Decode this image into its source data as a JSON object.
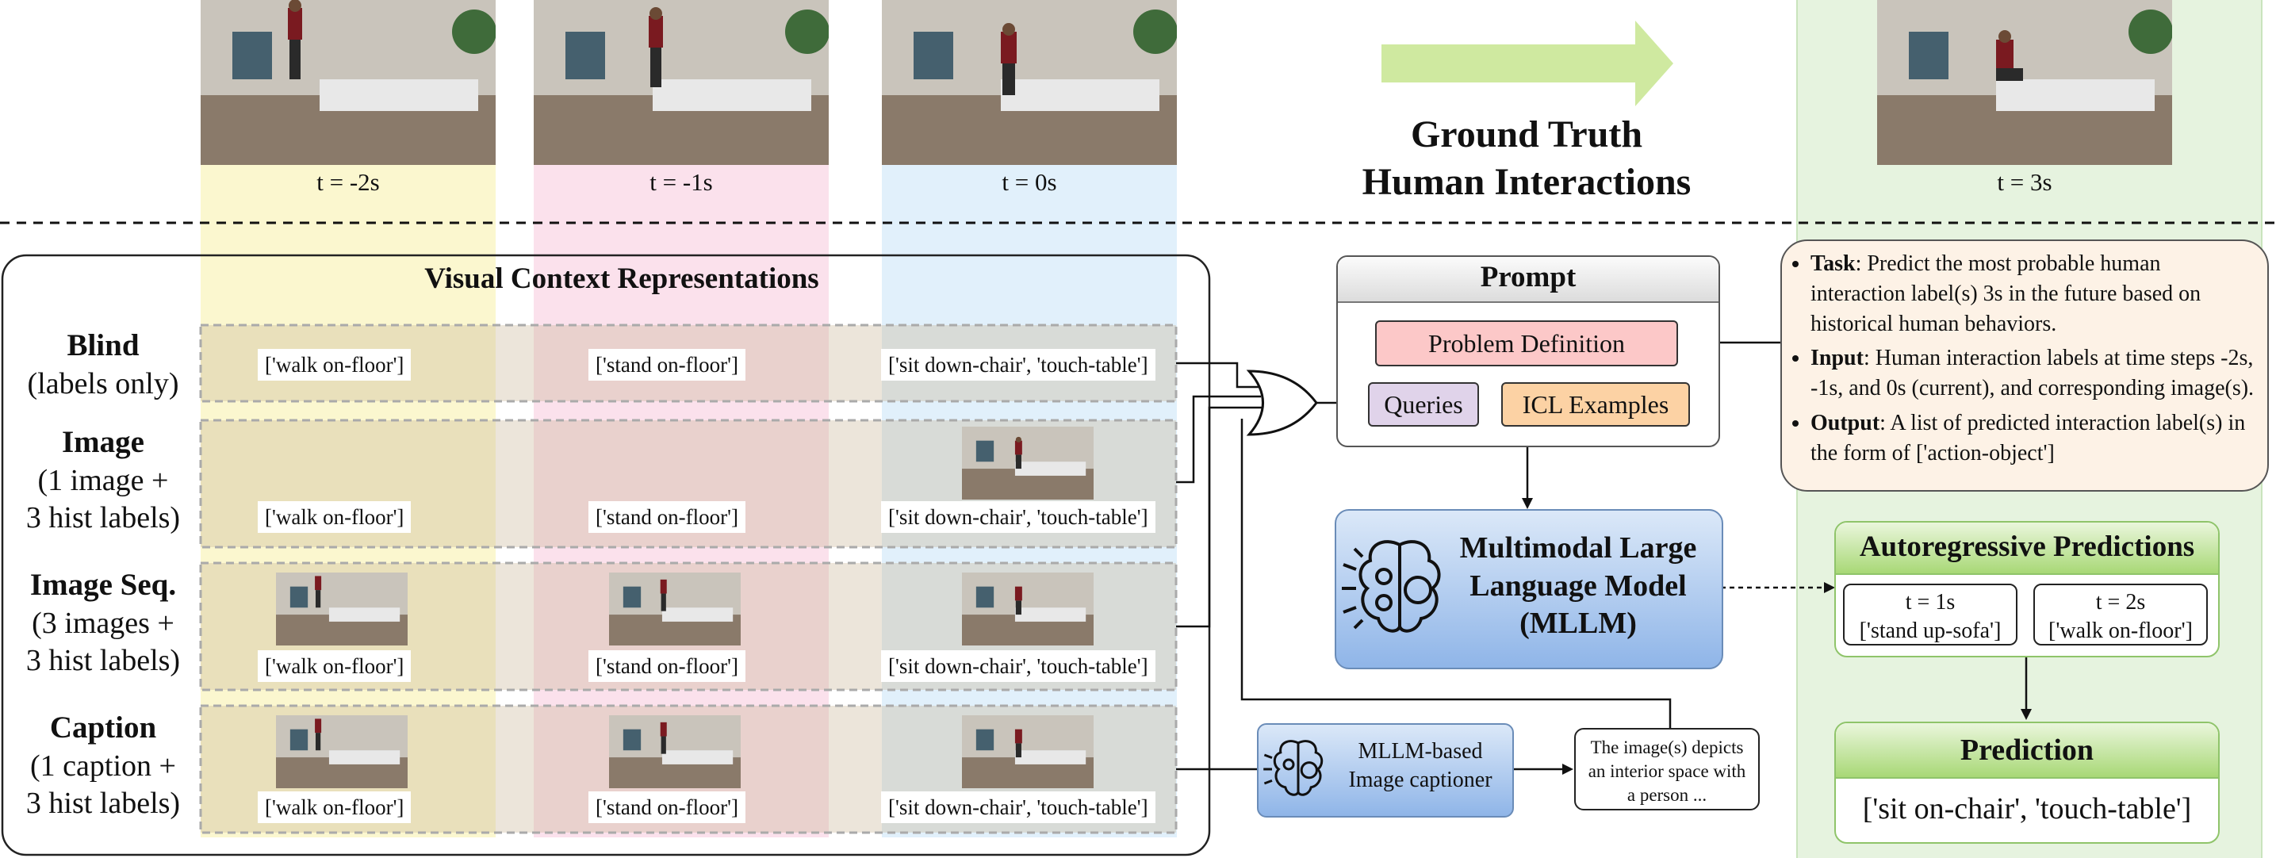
{
  "timeline": {
    "frames": [
      {
        "label": "t = -2s"
      },
      {
        "label": "t = -1s"
      },
      {
        "label": "t = 0s"
      },
      {
        "label": "t = 3s"
      }
    ],
    "gt_title_line1": "Ground Truth",
    "gt_title_line2": "Human Interactions"
  },
  "visual_context": {
    "title": "Visual Context Representations",
    "rows": [
      {
        "name": "Blind",
        "desc1": "(labels only)",
        "desc2": "",
        "labels": [
          "['walk on-floor']",
          "['stand on-floor']",
          "['sit down-chair', 'touch-table']"
        ]
      },
      {
        "name": "Image",
        "desc1": "(1 image +",
        "desc2": "3 hist labels)",
        "labels": [
          "['walk on-floor']",
          "['stand on-floor']",
          "['sit down-chair', 'touch-table']"
        ]
      },
      {
        "name": "Image Seq.",
        "desc1": "(3 images +",
        "desc2": "3 hist labels)",
        "labels": [
          "['walk on-floor']",
          "['stand on-floor']",
          "['sit down-chair', 'touch-table']"
        ]
      },
      {
        "name": "Caption",
        "desc1": "(1 caption +",
        "desc2": "3 hist labels)",
        "labels": [
          "['walk on-floor']",
          "['stand on-floor']",
          "['sit down-chair', 'touch-table']"
        ]
      }
    ]
  },
  "prompt": {
    "title": "Prompt",
    "problem_definition": "Problem Definition",
    "queries": "Queries",
    "icl_examples": "ICL Examples"
  },
  "task_box": {
    "task_key": "Task",
    "task_text": ": Predict the most probable human interaction label(s) 3s in the future based on historical human behaviors.",
    "input_key": "Input",
    "input_text": ": Human interaction labels at time steps -2s, -1s, and 0s (current), and corresponding image(s).",
    "output_key": "Output",
    "output_text": ": A list of predicted interaction label(s) in the form of ['action-object']"
  },
  "mllm": {
    "line1": "Multimodal Large",
    "line2": "Language Model",
    "line3": "(MLLM)"
  },
  "captioner": {
    "line1": "MLLM-based",
    "line2": "Image captioner",
    "caption_line1": "The image(s) depicts",
    "caption_line2": "an interior space with",
    "caption_line3": "a person ..."
  },
  "autoregressive": {
    "title": "Autoregressive Predictions",
    "items": [
      {
        "time": "t = 1s",
        "label": "['stand up-sofa']"
      },
      {
        "time": "t = 2s",
        "label": "['walk on-floor']"
      }
    ]
  },
  "prediction": {
    "title": "Prediction",
    "value": "['sit on-chair', 'touch-table']"
  },
  "colors": {
    "col1": "#fbf5c6",
    "col2": "#fadcea",
    "col3": "#dbeefb",
    "green_col": "#e3f2dd",
    "arrow": "#cfe9a0",
    "mllm_blue": "#a9c8ee",
    "problem_pink": "#fcc8c8",
    "queries_purple": "#e0d3ea",
    "icl_orange": "#fcd2a4",
    "task_bg": "#fdf2e6",
    "green_header": "#a8d876"
  }
}
